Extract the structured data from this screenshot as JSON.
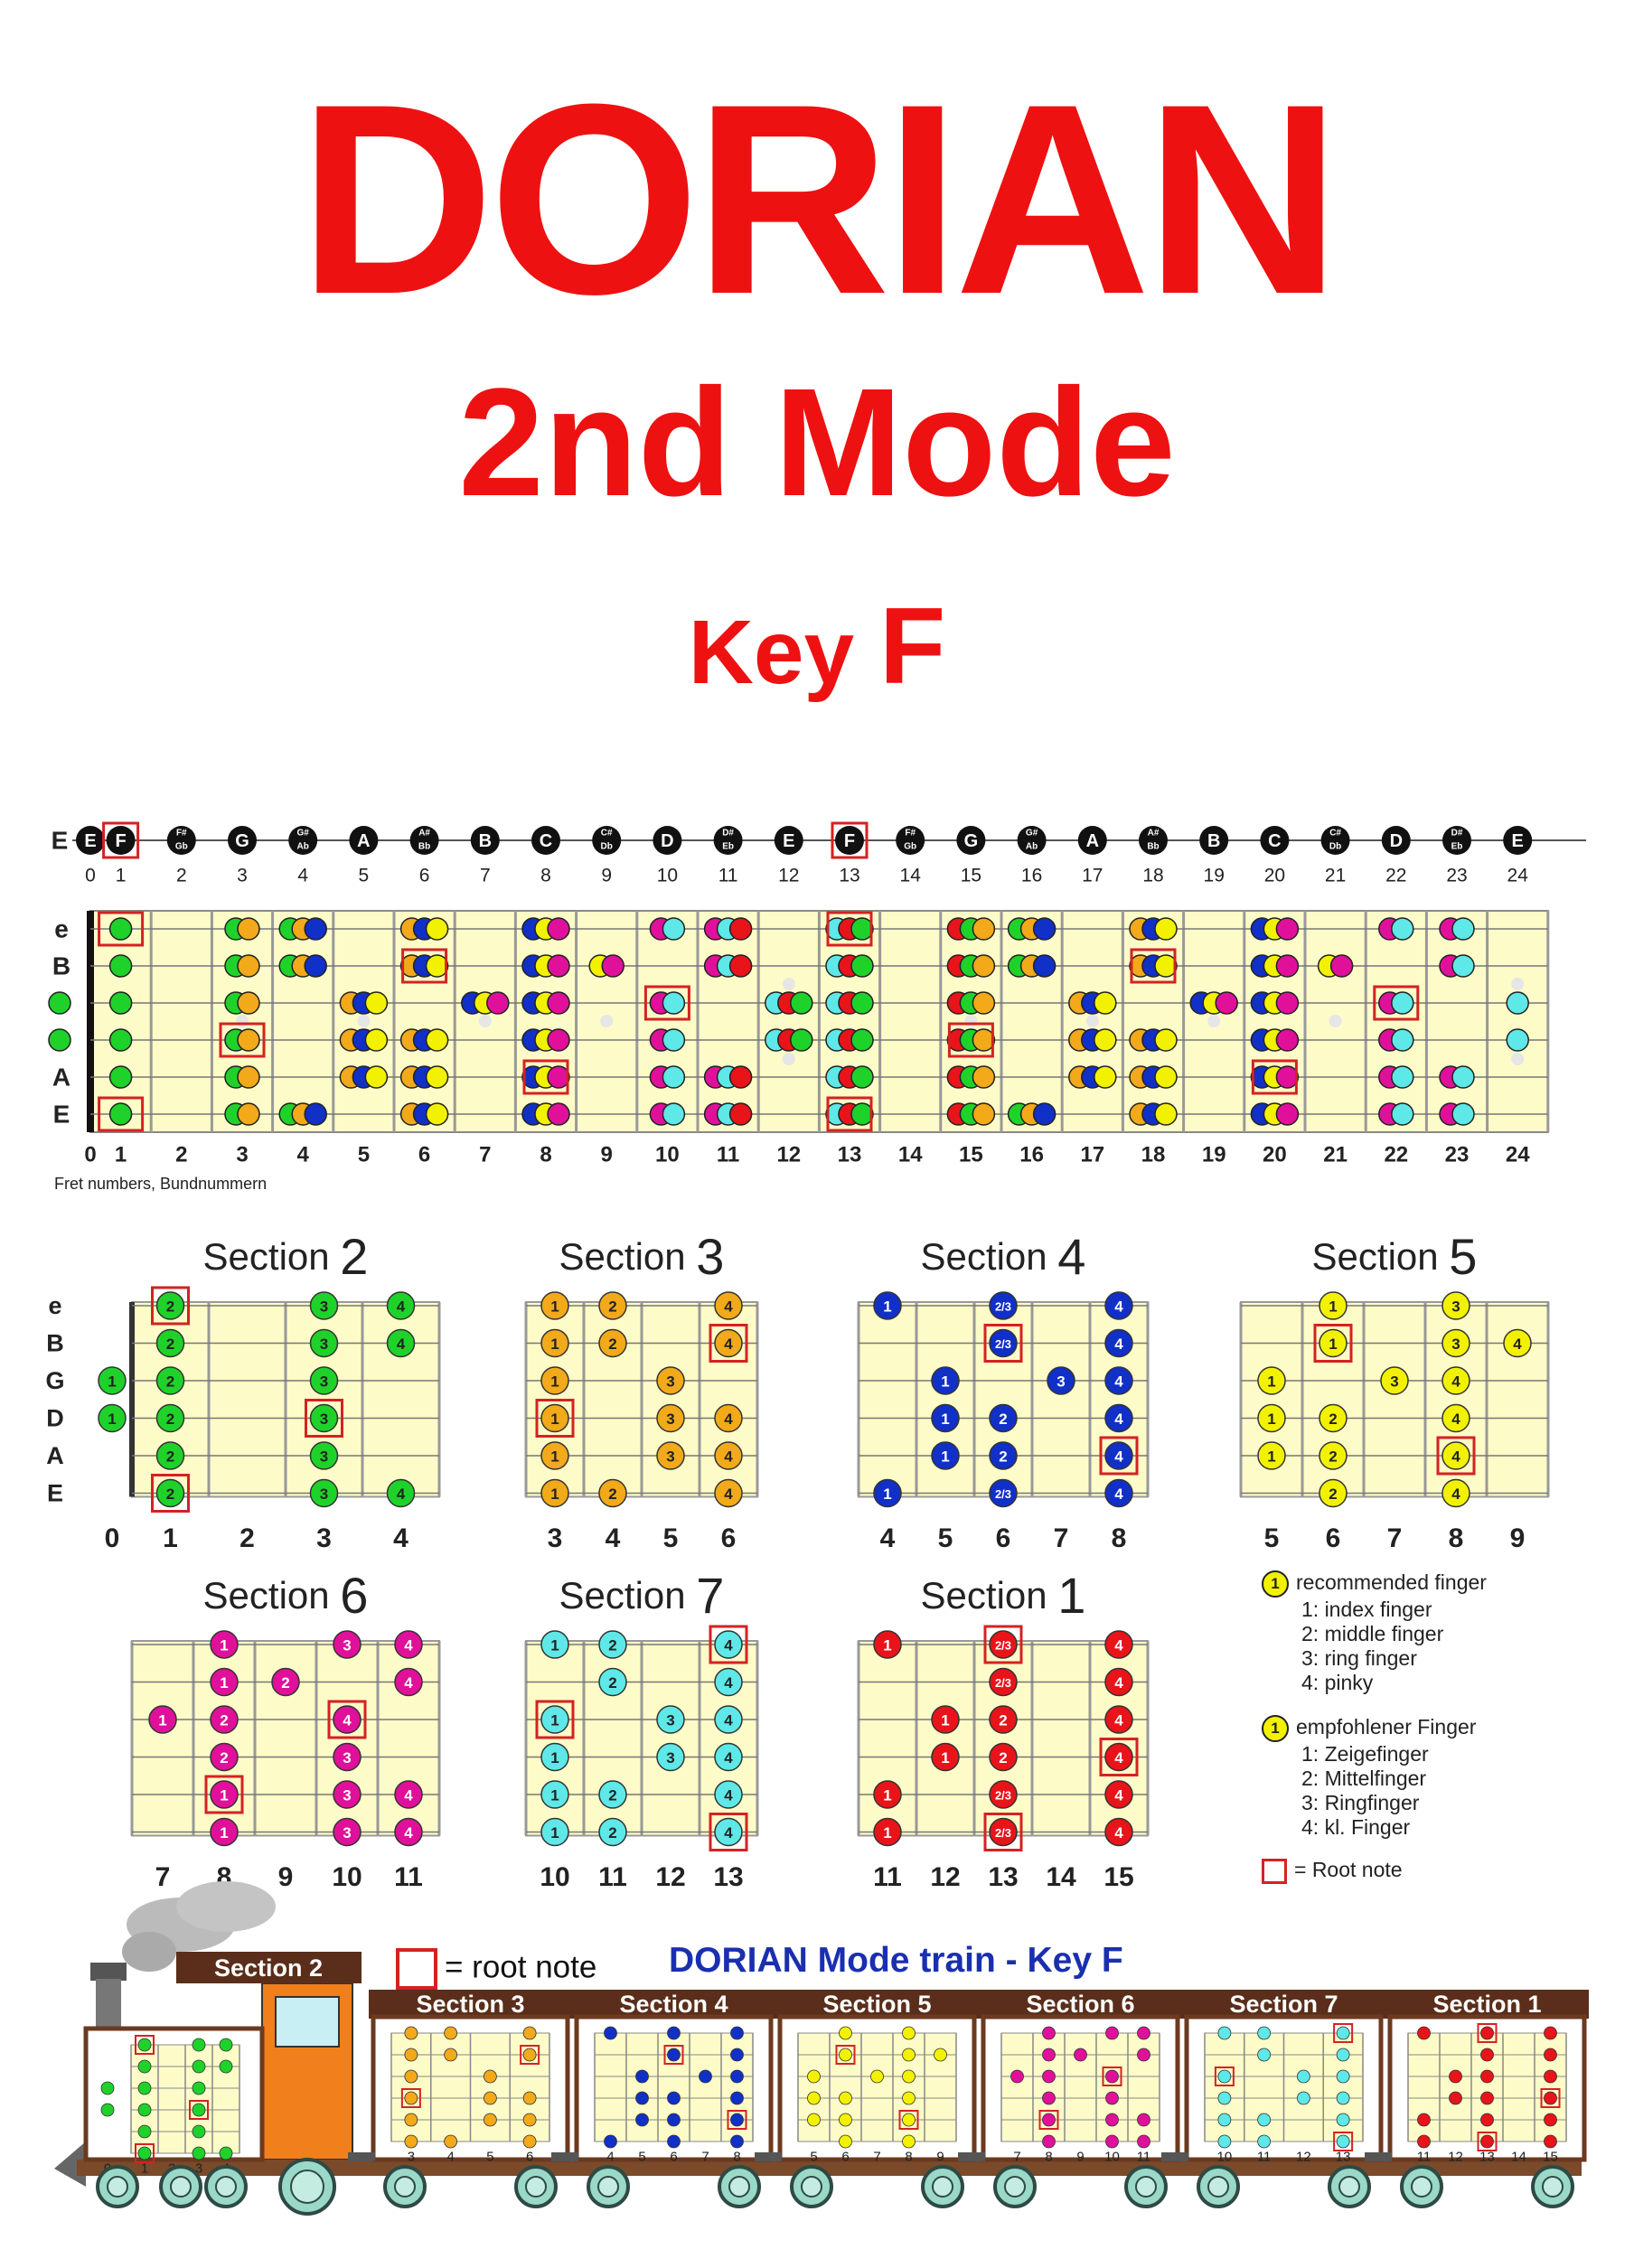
{
  "title": "DORIAN",
  "subtitle": "2nd Mode",
  "key_label": "Key",
  "key_letter": "F",
  "colors": {
    "title_red": "#ee1111",
    "fretboard": "#fdfbc8",
    "root_box": "#d42222",
    "train_title": "#1a2fb0"
  },
  "note_row": [
    "E",
    "F",
    "F#/Gb",
    "G",
    "G#/Ab",
    "A",
    "A#/Bb",
    "B",
    "C",
    "C#/Db",
    "D",
    "D#/Eb",
    "E",
    "F",
    "F#/Gb",
    "G",
    "G#/Ab",
    "A",
    "A#/Bb",
    "B",
    "C",
    "C#/Db",
    "D",
    "D#/Eb",
    "E"
  ],
  "note_row_prefix": "E",
  "fret_numbers": [
    "0",
    "1",
    "2",
    "3",
    "4",
    "5",
    "6",
    "7",
    "8",
    "9",
    "10",
    "11",
    "12",
    "13",
    "14",
    "15",
    "16",
    "17",
    "18",
    "19",
    "20",
    "21",
    "22",
    "23",
    "24"
  ],
  "string_labels": [
    "e",
    "B",
    "G",
    "D",
    "A",
    "E"
  ],
  "fret_caption": "Fret numbers,  Bundnummern",
  "section_word": "Section",
  "section_colors": {
    "1": "#e8141a",
    "2": "#1fd22a",
    "3": "#f2a91a",
    "4": "#1030c8",
    "5": "#f2f200",
    "6": "#e0109a",
    "7": "#5ee8e8"
  },
  "sections": [
    {
      "num": "2",
      "frets": [
        "0",
        "1",
        "2",
        "3",
        "4"
      ],
      "color": "#1fd22a",
      "show_strings": true,
      "dots": [
        [
          0,
          1,
          "2",
          true
        ],
        [
          0,
          3,
          "3",
          false
        ],
        [
          0,
          4,
          "4",
          false
        ],
        [
          1,
          1,
          "2",
          false
        ],
        [
          1,
          3,
          "3",
          false
        ],
        [
          1,
          4,
          "4",
          false
        ],
        [
          2,
          0,
          "1",
          false
        ],
        [
          2,
          1,
          "2",
          false
        ],
        [
          2,
          3,
          "3",
          false
        ],
        [
          3,
          0,
          "1",
          false
        ],
        [
          3,
          1,
          "2",
          false
        ],
        [
          3,
          3,
          "3",
          true
        ],
        [
          4,
          1,
          "2",
          false
        ],
        [
          4,
          3,
          "3",
          false
        ],
        [
          5,
          1,
          "2",
          true
        ],
        [
          5,
          3,
          "3",
          false
        ],
        [
          5,
          4,
          "4",
          false
        ]
      ]
    },
    {
      "num": "3",
      "frets": [
        "3",
        "4",
        "5",
        "6"
      ],
      "color": "#f2a91a",
      "show_strings": false,
      "dots": [
        [
          0,
          0,
          "1",
          false
        ],
        [
          0,
          1,
          "2",
          false
        ],
        [
          0,
          3,
          "4",
          false
        ],
        [
          1,
          0,
          "1",
          false
        ],
        [
          1,
          1,
          "2",
          false
        ],
        [
          1,
          3,
          "4",
          true
        ],
        [
          2,
          0,
          "1",
          false
        ],
        [
          2,
          2,
          "3",
          false
        ],
        [
          3,
          0,
          "1",
          true
        ],
        [
          3,
          2,
          "3",
          false
        ],
        [
          3,
          3,
          "4",
          false
        ],
        [
          4,
          0,
          "1",
          false
        ],
        [
          4,
          2,
          "3",
          false
        ],
        [
          4,
          3,
          "4",
          false
        ],
        [
          5,
          0,
          "1",
          false
        ],
        [
          5,
          1,
          "2",
          false
        ],
        [
          5,
          3,
          "4",
          false
        ]
      ]
    },
    {
      "num": "4",
      "frets": [
        "4",
        "5",
        "6",
        "7",
        "8"
      ],
      "color": "#1030c8",
      "show_strings": false,
      "dots": [
        [
          0,
          0,
          "1",
          false
        ],
        [
          0,
          2,
          "2/3",
          false
        ],
        [
          0,
          4,
          "4",
          false
        ],
        [
          1,
          2,
          "2/3",
          true
        ],
        [
          1,
          4,
          "4",
          false
        ],
        [
          2,
          1,
          "1",
          false
        ],
        [
          2,
          3,
          "3",
          false
        ],
        [
          2,
          4,
          "4",
          false
        ],
        [
          3,
          1,
          "1",
          false
        ],
        [
          3,
          2,
          "2",
          false
        ],
        [
          3,
          4,
          "4",
          false
        ],
        [
          4,
          1,
          "1",
          false
        ],
        [
          4,
          2,
          "2",
          false
        ],
        [
          4,
          4,
          "4",
          true
        ],
        [
          5,
          0,
          "1",
          false
        ],
        [
          5,
          2,
          "2/3",
          false
        ],
        [
          5,
          4,
          "4",
          false
        ]
      ]
    },
    {
      "num": "5",
      "frets": [
        "5",
        "6",
        "7",
        "8",
        "9"
      ],
      "color": "#f2f200",
      "show_strings": false,
      "dots": [
        [
          0,
          1,
          "1",
          false
        ],
        [
          0,
          3,
          "3",
          false
        ],
        [
          1,
          1,
          "1",
          true
        ],
        [
          1,
          3,
          "3",
          false
        ],
        [
          1,
          4,
          "4",
          false
        ],
        [
          2,
          0,
          "1",
          false
        ],
        [
          2,
          2,
          "3",
          false
        ],
        [
          2,
          3,
          "4",
          false
        ],
        [
          3,
          0,
          "1",
          false
        ],
        [
          3,
          1,
          "2",
          false
        ],
        [
          3,
          3,
          "4",
          false
        ],
        [
          4,
          0,
          "1",
          false
        ],
        [
          4,
          1,
          "2",
          false
        ],
        [
          4,
          3,
          "4",
          true
        ],
        [
          5,
          1,
          "2",
          false
        ],
        [
          5,
          3,
          "4",
          false
        ]
      ]
    },
    {
      "num": "6",
      "frets": [
        "7",
        "8",
        "9",
        "10",
        "11"
      ],
      "color": "#e0109a",
      "show_strings": false,
      "dots": [
        [
          0,
          1,
          "1",
          false
        ],
        [
          0,
          3,
          "3",
          false
        ],
        [
          0,
          4,
          "4",
          false
        ],
        [
          1,
          1,
          "1",
          false
        ],
        [
          1,
          2,
          "2",
          false
        ],
        [
          1,
          4,
          "4",
          false
        ],
        [
          2,
          0,
          "1",
          false
        ],
        [
          2,
          1,
          "2",
          false
        ],
        [
          2,
          3,
          "4",
          true
        ],
        [
          3,
          1,
          "2",
          false
        ],
        [
          3,
          3,
          "3",
          false
        ],
        [
          4,
          1,
          "1",
          true
        ],
        [
          4,
          3,
          "3",
          false
        ],
        [
          4,
          4,
          "4",
          false
        ],
        [
          5,
          1,
          "1",
          false
        ],
        [
          5,
          3,
          "3",
          false
        ],
        [
          5,
          4,
          "4",
          false
        ]
      ]
    },
    {
      "num": "7",
      "frets": [
        "10",
        "11",
        "12",
        "13"
      ],
      "color": "#5ee8e8",
      "show_strings": false,
      "dots": [
        [
          0,
          0,
          "1",
          false
        ],
        [
          0,
          1,
          "2",
          false
        ],
        [
          0,
          3,
          "4",
          true
        ],
        [
          1,
          1,
          "2",
          false
        ],
        [
          1,
          3,
          "4",
          false
        ],
        [
          2,
          0,
          "1",
          true
        ],
        [
          2,
          2,
          "3",
          false
        ],
        [
          2,
          3,
          "4",
          false
        ],
        [
          3,
          0,
          "1",
          false
        ],
        [
          3,
          2,
          "3",
          false
        ],
        [
          3,
          3,
          "4",
          false
        ],
        [
          4,
          0,
          "1",
          false
        ],
        [
          4,
          1,
          "2",
          false
        ],
        [
          4,
          3,
          "4",
          false
        ],
        [
          5,
          0,
          "1",
          false
        ],
        [
          5,
          1,
          "2",
          false
        ],
        [
          5,
          3,
          "4",
          true
        ]
      ]
    },
    {
      "num": "1",
      "frets": [
        "11",
        "12",
        "13",
        "14",
        "15"
      ],
      "color": "#e8141a",
      "show_strings": false,
      "dots": [
        [
          0,
          0,
          "1",
          false
        ],
        [
          0,
          2,
          "2/3",
          true
        ],
        [
          0,
          4,
          "4",
          false
        ],
        [
          1,
          2,
          "2/3",
          false
        ],
        [
          1,
          4,
          "4",
          false
        ],
        [
          2,
          1,
          "1",
          false
        ],
        [
          2,
          2,
          "2",
          false
        ],
        [
          2,
          4,
          "4",
          false
        ],
        [
          3,
          1,
          "1",
          false
        ],
        [
          3,
          2,
          "2",
          false
        ],
        [
          3,
          4,
          "4",
          true
        ],
        [
          4,
          0,
          "1",
          false
        ],
        [
          4,
          2,
          "2/3",
          false
        ],
        [
          4,
          4,
          "4",
          false
        ],
        [
          5,
          0,
          "1",
          false
        ],
        [
          5,
          2,
          "2/3",
          true
        ],
        [
          5,
          4,
          "4",
          false
        ]
      ]
    }
  ],
  "legend": {
    "en_title": "recommended finger",
    "en_items": [
      "1: index finger",
      "2: middle finger",
      "3: ring finger",
      "4: pinky"
    ],
    "de_title": "empfohlener Finger",
    "de_items": [
      "1: Zeigefinger",
      "2: Mittelfinger",
      "3: Ringfinger",
      "4: kl. Finger"
    ],
    "dot_label": "1",
    "root_label": "= Root note"
  },
  "train": {
    "title": "DORIAN Mode train - Key F",
    "root_label": "= root note",
    "cars": [
      "Section 2",
      "Section 3",
      "Section 4",
      "Section 5",
      "Section 6",
      "Section 7",
      "Section 1"
    ]
  }
}
